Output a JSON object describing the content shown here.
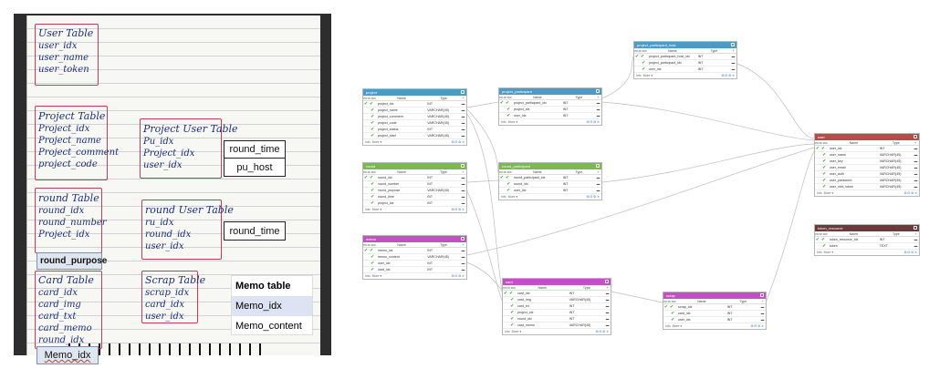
{
  "notebook": {
    "tables": [
      {
        "title": "User Table",
        "fields": [
          "user_idx",
          "user_name",
          "user_token"
        ]
      },
      {
        "title": "Project Table",
        "fields": [
          "Project_idx",
          "Project_name",
          "Project_comment",
          "project_code"
        ]
      },
      {
        "title": "Project User Table",
        "fields": [
          "Pu_idx",
          "Project_idx",
          "user_idx"
        ]
      },
      {
        "title": "round Table",
        "fields": [
          "round_idx",
          "round_number",
          "Project_idx"
        ]
      },
      {
        "title": "round User Table",
        "fields": [
          "ru_idx",
          "round_idx",
          "user_idx"
        ]
      },
      {
        "title": "Card Table",
        "fields": [
          "card_idx",
          "card_img",
          "card_txt",
          "card_memo",
          "round_idx"
        ]
      },
      {
        "title": "Scrap Table",
        "fields": [
          "scrap_idx",
          "card_idx",
          "user_idx"
        ]
      }
    ],
    "labels": {
      "round_time_1": "round_time",
      "pu_host": "pu_host",
      "round_time_2": "round_time",
      "round_purpose": "round_purpose",
      "memo_idx": "Memo_idx"
    },
    "memo_card": {
      "title": "Memo table",
      "row1": "Memo_idx",
      "row2": "Memo_content"
    }
  },
  "erd": {
    "tables": [
      {
        "name": "project",
        "color": "#4d9bc5",
        "cols": [
          "PK",
          "FK",
          "IDX",
          "Name",
          "Type"
        ],
        "rows": [
          [
            "project_idx",
            "INT"
          ],
          [
            "project_name",
            "VARCHAR(45)"
          ],
          [
            "project_comment",
            "VARCHAR(45)"
          ],
          [
            "project_code",
            "VARCHAR(45)"
          ],
          [
            "project_status",
            "INT"
          ],
          [
            "project_start",
            "VARCHAR(45)"
          ]
        ]
      },
      {
        "name": "project_participant",
        "color": "#4d9bc5",
        "cols": [
          "PK",
          "FK",
          "IDX",
          "Name",
          "Type"
        ],
        "rows": [
          [
            "project_participant_idx",
            "INT"
          ],
          [
            "project_idx",
            "INT"
          ],
          [
            "user_idx",
            "INT"
          ]
        ]
      },
      {
        "name": "project_participant_host",
        "color": "#4d9bc5",
        "cols": [
          "PK",
          "FK",
          "IDX",
          "Name",
          "Type"
        ],
        "rows": [
          [
            "project_participant_host_idx",
            "INT"
          ],
          [
            "project_participant_idx",
            "INT"
          ],
          [
            "user_idx",
            "INT"
          ]
        ]
      },
      {
        "name": "round",
        "color": "#7fb84a",
        "cols": [
          "PK",
          "FK",
          "IDX",
          "Name",
          "Type"
        ],
        "rows": [
          [
            "round_idx",
            "INT"
          ],
          [
            "round_number",
            "INT"
          ],
          [
            "round_purpose",
            "VARCHAR(45)"
          ],
          [
            "round_time",
            "INT"
          ],
          [
            "project_idx",
            "INT"
          ]
        ]
      },
      {
        "name": "round_participant",
        "color": "#7fb84a",
        "cols": [
          "PK",
          "FK",
          "IDX",
          "Name",
          "Type"
        ],
        "rows": [
          [
            "round_participant_idx",
            "INT"
          ],
          [
            "round_idx",
            "INT"
          ],
          [
            "user_idx",
            "INT"
          ]
        ]
      },
      {
        "name": "memo",
        "color": "#c34fc5",
        "cols": [
          "PK",
          "FK",
          "IDX",
          "Name",
          "Type"
        ],
        "rows": [
          [
            "memo_idx",
            "INT"
          ],
          [
            "memo_content",
            "VARCHAR(45)"
          ],
          [
            "user_idx",
            "INT"
          ],
          [
            "card_idx",
            "INT"
          ]
        ]
      },
      {
        "name": "card",
        "color": "#c34fc5",
        "cols": [
          "PK",
          "FK",
          "IDX",
          "Name",
          "Type"
        ],
        "rows": [
          [
            "card_idx",
            "INT"
          ],
          [
            "card_img",
            "VARCHAR(45)"
          ],
          [
            "card_txt",
            "INT"
          ],
          [
            "project_idx",
            "INT"
          ],
          [
            "round_idx",
            "INT"
          ],
          [
            "card_memo",
            "VARCHAR(45)"
          ]
        ]
      },
      {
        "name": "scrap",
        "color": "#c34fc5",
        "cols": [
          "PK",
          "FK",
          "IDX",
          "Name",
          "Type"
        ],
        "rows": [
          [
            "scrap_idx",
            "INT"
          ],
          [
            "card_idx",
            "INT"
          ],
          [
            "user_idx",
            "INT"
          ]
        ]
      },
      {
        "name": "user",
        "color": "#b84a4a",
        "cols": [
          "PK",
          "FK",
          "IDX",
          "Name",
          "Type"
        ],
        "rows": [
          [
            "user_idx",
            "INT"
          ],
          [
            "user_name",
            "VARCHAR(45)"
          ],
          [
            "user_key",
            "VARCHAR(45)"
          ],
          [
            "user_email",
            "VARCHAR(45)"
          ],
          [
            "user_auth",
            "VARCHAR(45)"
          ],
          [
            "user_password",
            "VARCHAR(45)"
          ],
          [
            "user_nick_token",
            "VARCHAR(45)"
          ]
        ]
      },
      {
        "name": "token_resource",
        "color": "#6b3a3a",
        "cols": [
          "PK",
          "FK",
          "IDX",
          "Name",
          "Type"
        ],
        "rows": [
          [
            "token_resource_idx",
            "INT"
          ],
          [
            "token",
            "TEXT"
          ]
        ]
      }
    ],
    "footer": {
      "info": "Info",
      "more": "More ▾",
      "controls": "⊞ ⊟ ⚙ ✕"
    }
  }
}
